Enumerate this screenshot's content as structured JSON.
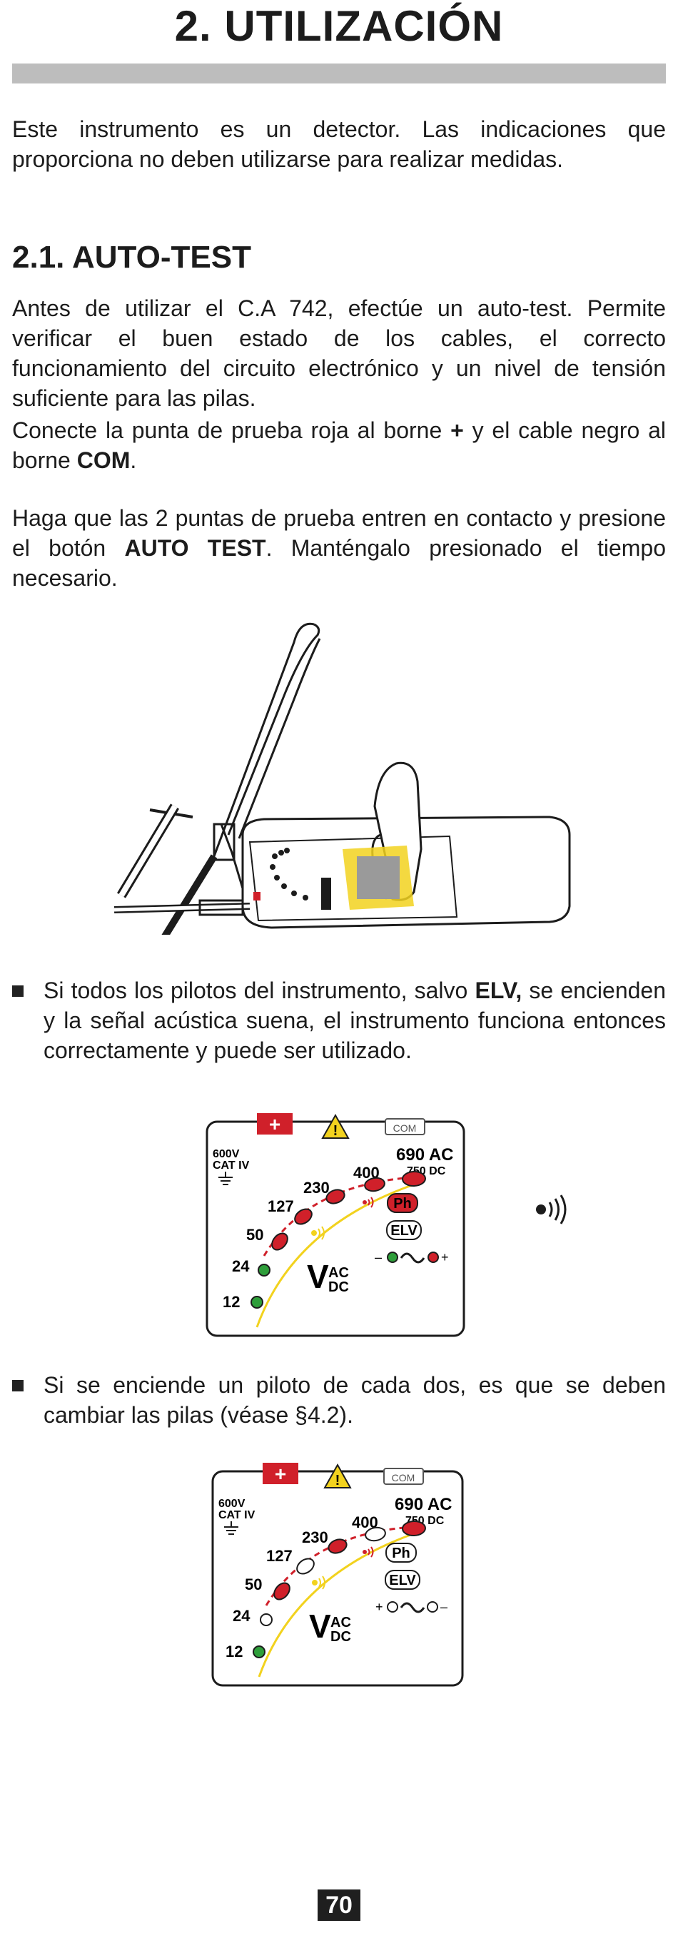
{
  "page": {
    "title": "2. UTILIZACIÓN",
    "intro": "Este instrumento es un detector. Las indicaciones que proporciona no deben utilizarse para realizar medidas.",
    "section_title": "2.1. AUTO-TEST",
    "para1": "Antes de utilizar el C.A 742, efectúe un auto-test. Permite verificar el buen estado de los cables, el correcto funcionamiento del circuito electrónico y un nivel de tensión suficiente para las pilas.",
    "para2": {
      "a": "Conecte la punta de prueba roja al borne ",
      "b": "+",
      "c": " y el cable negro al borne ",
      "d": "COM",
      "e": "."
    },
    "para3": {
      "a": "Haga que las 2 puntas de prueba entren en contacto y presione el botón ",
      "b": "AUTO TEST",
      "c": ". Manténgalo presionado el tiempo necesario."
    },
    "bullet1": {
      "a": "Si todos los pilotos del instrumento, salvo ",
      "b": "ELV,",
      "c": " se encienden y la señal acústica suena, el instrumento funciona entonces correctamente y puede ser utilizado."
    },
    "bullet2": "Si se enciende un piloto de cada dos, es que se deben cambiar las pilas (véase §4.2).",
    "page_number": "70"
  },
  "panel": {
    "plus": "+",
    "com": "COM",
    "cat_v": "600V",
    "cat_iv": "CAT IV",
    "v690": "690 AC",
    "v750": "750 DC",
    "l400": "400",
    "l230": "230",
    "l127": "127",
    "l50": "50",
    "l24": "24",
    "l12": "12",
    "ph": "Ph",
    "elv": "ELV",
    "v": "V",
    "ac": "AC",
    "dc": "DC",
    "pm_plus": "+",
    "pm_minus": "–"
  },
  "colors": {
    "led_red": "#d0202a",
    "led_green": "#2e9e3a",
    "warn_yellow": "#f2d21e",
    "curve_yellow": "#f2d21e"
  },
  "panel1_leds": {
    "l12": "on",
    "l24": "on",
    "l50": "on",
    "l127": "on",
    "l230": "on",
    "l400": "on",
    "l690": "on"
  },
  "panel2_leds": {
    "l12": "on",
    "l24": "off",
    "l50": "on",
    "l127": "off",
    "l230": "on",
    "l400": "off",
    "l690": "on"
  }
}
